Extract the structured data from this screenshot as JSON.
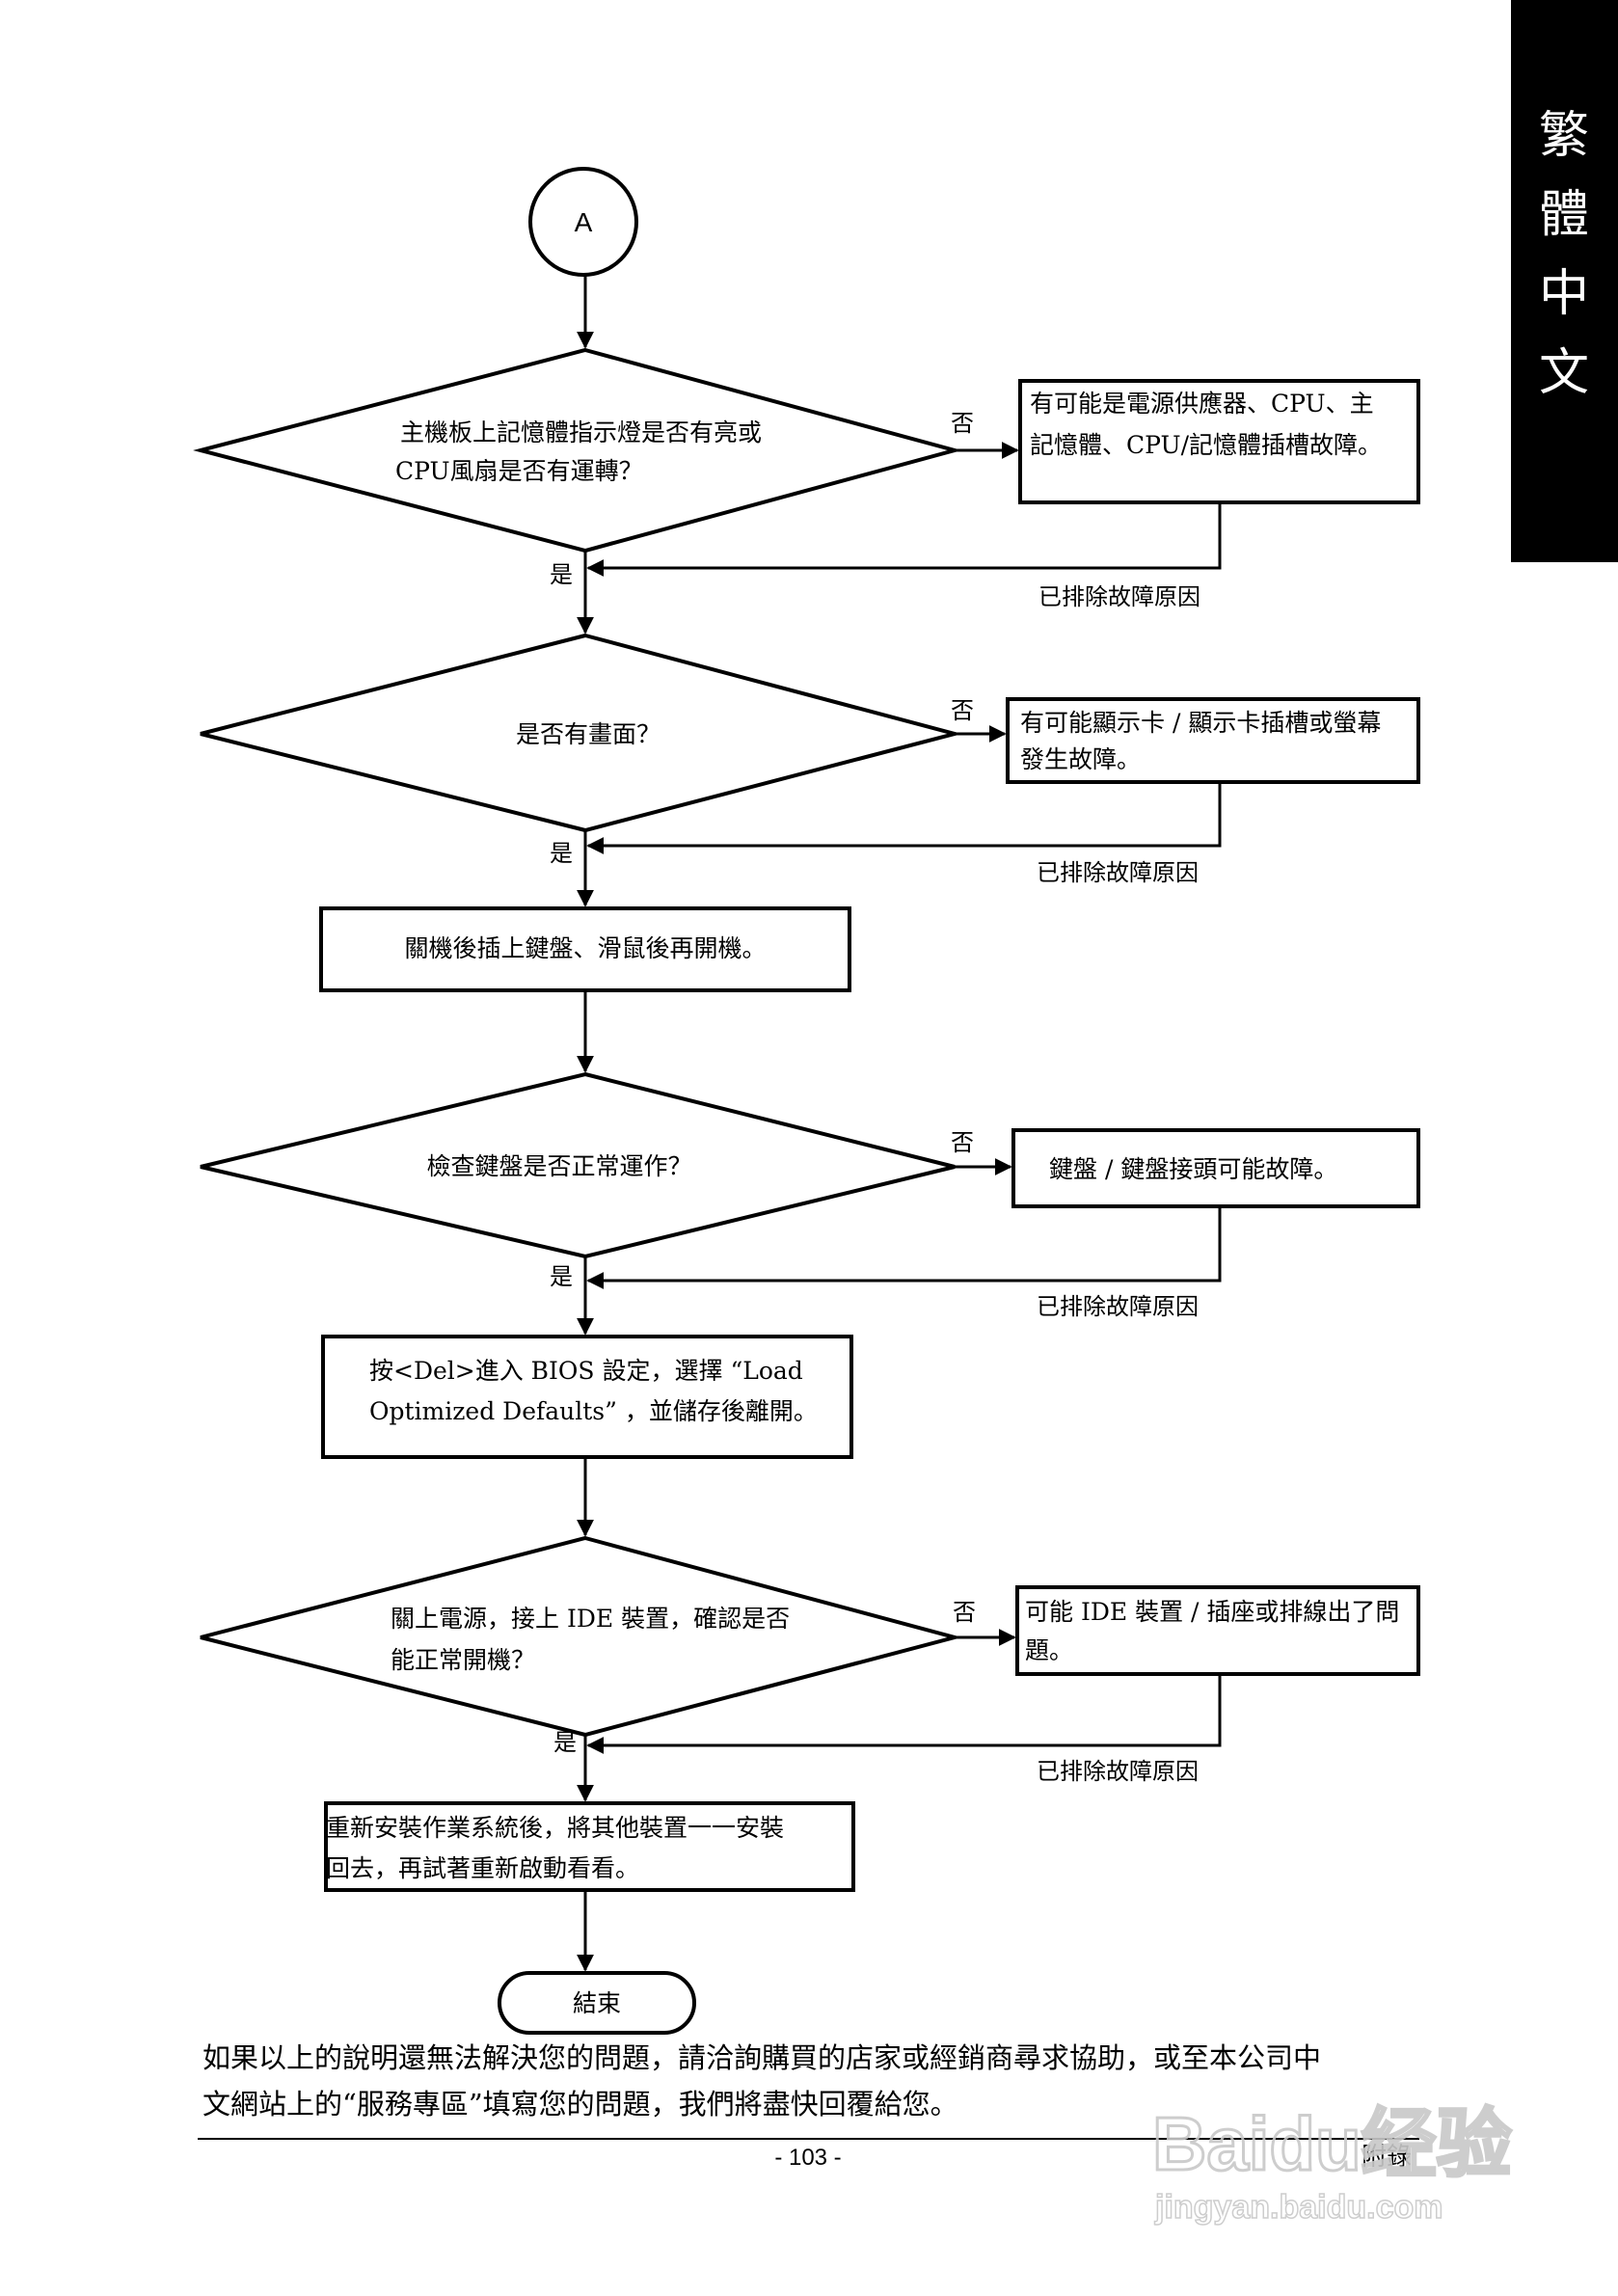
{
  "side_tab": {
    "chars": [
      "繁",
      "體",
      "中",
      "文"
    ],
    "bg": "#000000",
    "fg": "#ffffff"
  },
  "flow": {
    "start": "A",
    "d1": {
      "lines": [
        "主機板上記憶體指示燈是否有亮或",
        "CPU風扇是否有運轉？"
      ],
      "no": "否",
      "yes": "是"
    },
    "r1": {
      "lines": [
        "有可能是電源供應器、CPU、主",
        "記憶體、CPU/記憶體插槽故障。"
      ],
      "fixed": "已排除故障原因"
    },
    "d2": {
      "lines": [
        "是否有畫面？"
      ],
      "no": "否",
      "yes": "是"
    },
    "r2": {
      "lines": [
        "有可能顯示卡 / 顯示卡插槽或螢幕",
        "發生故障。"
      ],
      "fixed": "已排除故障原因"
    },
    "p1": {
      "lines": [
        "關機後插上鍵盤、滑鼠後再開機。"
      ]
    },
    "d3": {
      "lines": [
        "檢查鍵盤是否正常運作？"
      ],
      "no": "否",
      "yes": "是"
    },
    "r3": {
      "lines": [
        "鍵盤 / 鍵盤接頭可能故障。"
      ],
      "fixed": "已排除故障原因"
    },
    "p2": {
      "lines": [
        "按<Del>進入 BIOS 設定，選擇 “Load",
        "Optimized Defaults” ，並儲存後離開。"
      ]
    },
    "d4": {
      "lines": [
        "關上電源，接上 IDE 裝置，確認是否",
        "能正常開機？"
      ],
      "no": "否",
      "yes": "是"
    },
    "r4": {
      "lines": [
        "可能 IDE 裝置 / 插座或排線出了問",
        "題。"
      ],
      "fixed": "已排除故障原因"
    },
    "p3": {
      "lines": [
        "重新安裝作業系統後，將其他裝置一一安裝",
        "回去，再試著重新啟動看看。"
      ]
    },
    "end": "結束"
  },
  "footer": {
    "note_lines": [
      "如果以上的說明還無法解決您的問題，請洽詢購買的店家或經銷商尋求協助，或至本公司中",
      "文網站上的“服務專區”填寫您的問題，我們將盡快回覆給您。"
    ],
    "page_number": "- 103 -",
    "section": "附錄"
  },
  "watermark": {
    "main": "Baidu经验",
    "sub": "jingyan.baidu.com"
  }
}
